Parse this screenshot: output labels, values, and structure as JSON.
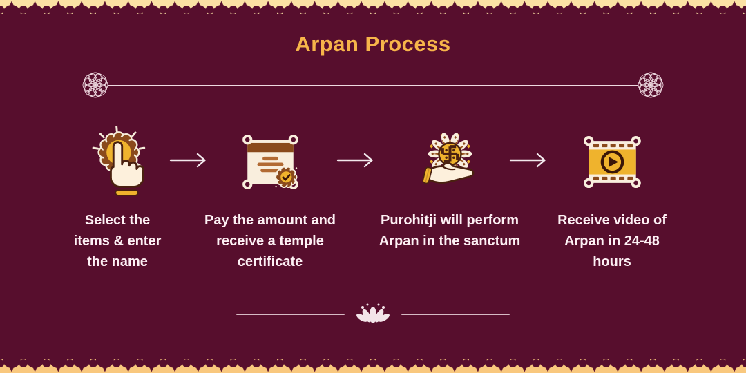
{
  "title": "Arpan Process",
  "steps": [
    {
      "icon": "tap-select-icon",
      "label": "Select the\nitems & enter\nthe name"
    },
    {
      "icon": "certificate-icon",
      "label": "Pay the amount and\nreceive a temple\ncertificate"
    },
    {
      "icon": "offering-hand-icon",
      "label": "Purohitji will perform\nArpan in the sanctum"
    },
    {
      "icon": "video-film-icon",
      "label": "Receive video of\nArpan in 24-48\nhours"
    }
  ],
  "decor": {
    "top_border": "temple-scallop-border",
    "bottom_border": "temple-scallop-border-mirrored",
    "divider": "mandala-rosette-line",
    "footer": "lotus-flower-divider"
  },
  "colors": {
    "background": "#570e2d",
    "title_gold": "#f7b54a",
    "accent_gold": "#efb32d",
    "icon_brown": "#8a4a1c",
    "icon_outline": "#4a2110",
    "icon_cream": "#f9eedd",
    "text": "#fdf0f4",
    "border_top_cream": "#fbe1a4",
    "border_bottom_gold": "#f9c87e",
    "line_pink": "#eed9e0"
  }
}
